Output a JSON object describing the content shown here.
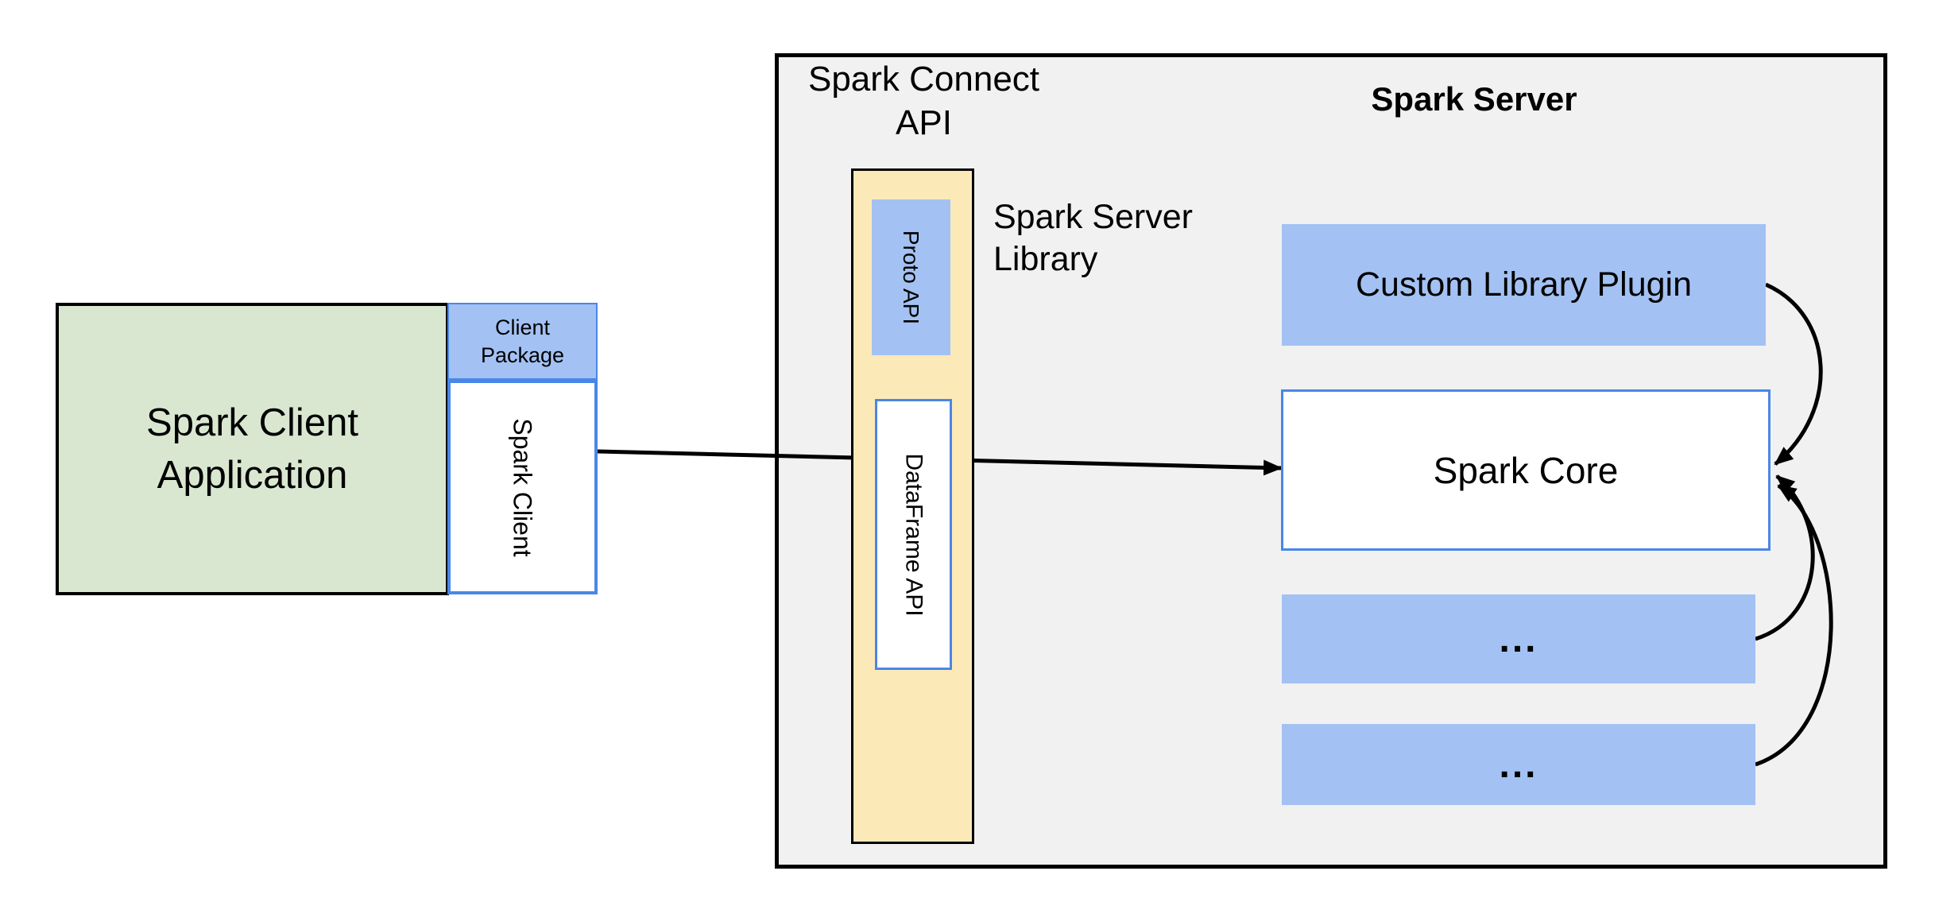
{
  "client": {
    "app_lines": [
      "Spark Client",
      "Application"
    ],
    "package_lines": [
      "Client",
      "Package"
    ],
    "client_label": "Spark Client"
  },
  "connect_api": {
    "title_lines": [
      "Spark Connect",
      "API"
    ],
    "proto_api_label": "Proto API",
    "dataframe_api_label": "DataFrame API",
    "library_lines": [
      "Spark Server",
      "Library"
    ]
  },
  "server": {
    "title": "Spark Server",
    "plugin_label": "Custom Library Plugin",
    "core_label": "Spark Core",
    "ellipsis_label_1": "...",
    "ellipsis_label_2": "..."
  },
  "colors": {
    "client_app_fill": "#d9e7d1",
    "accent_blue_fill": "#a3c2f3",
    "blue_border": "#4a86e8",
    "library_fill": "#fce9b8",
    "panel_fill": "#f1f1f2",
    "connector_black": "#000000"
  }
}
